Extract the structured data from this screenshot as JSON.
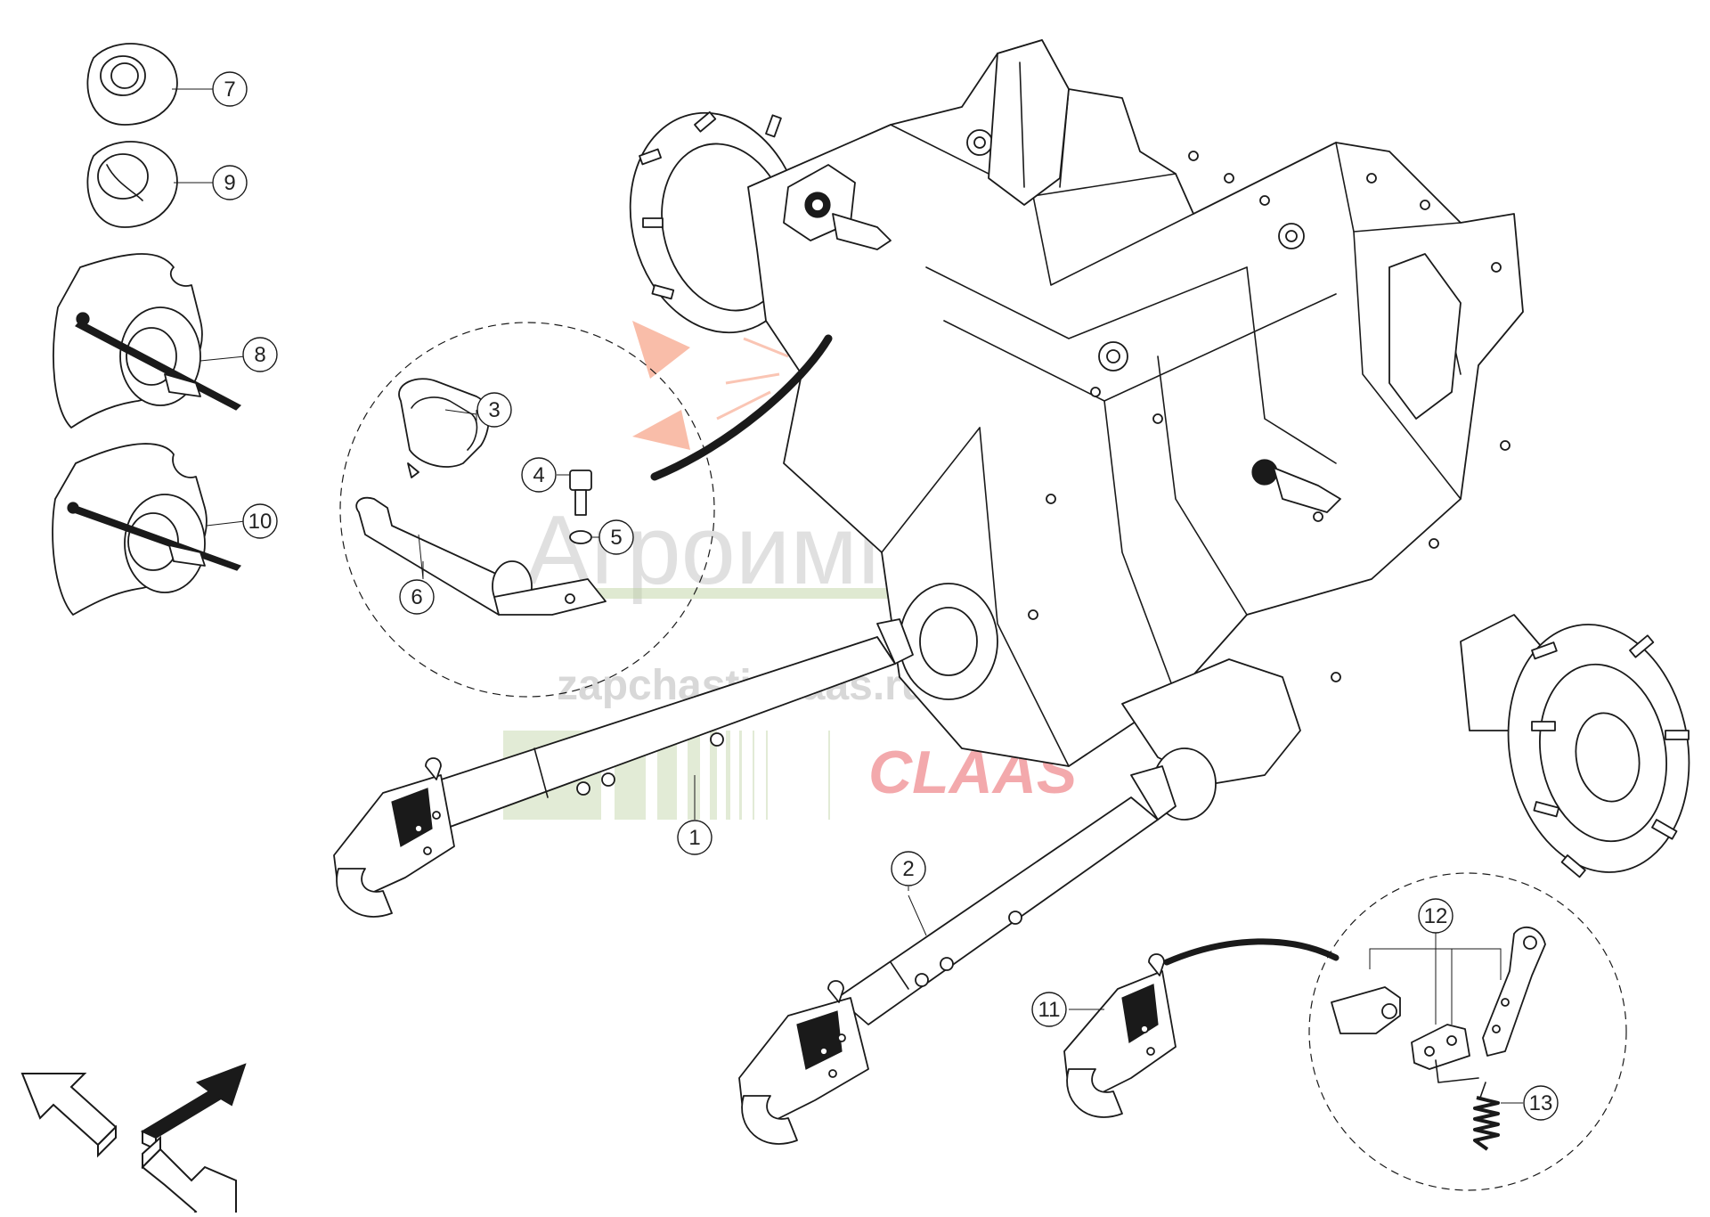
{
  "watermark": {
    "brand_text": "Агроимпорт",
    "url_text": "zapchasti-claas.ru",
    "logo_text": "CLAAS",
    "accent_color": "#f26a3c",
    "green_color": "#8cb05a",
    "red_color": "#e0202a"
  },
  "callouts": [
    {
      "id": "1",
      "label": "1"
    },
    {
      "id": "2",
      "label": "2"
    },
    {
      "id": "3",
      "label": "3"
    },
    {
      "id": "4",
      "label": "4"
    },
    {
      "id": "5",
      "label": "5"
    },
    {
      "id": "6",
      "label": "6"
    },
    {
      "id": "7",
      "label": "7"
    },
    {
      "id": "8",
      "label": "8"
    },
    {
      "id": "9",
      "label": "9"
    },
    {
      "id": "10",
      "label": "10"
    },
    {
      "id": "11",
      "label": "11"
    },
    {
      "id": "12",
      "label": "12"
    },
    {
      "id": "13",
      "label": "13"
    }
  ],
  "icons": [
    "arrow-back-icon",
    "arrow-forward-icon",
    "arrow-down-right-icon"
  ]
}
